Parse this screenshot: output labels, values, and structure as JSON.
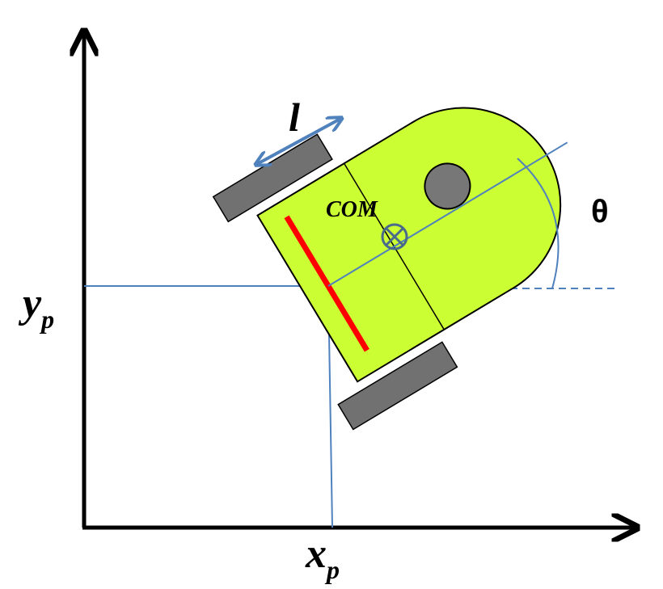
{
  "labels": {
    "x_axis": "x",
    "x_sub": "p",
    "y_axis": "y",
    "y_sub": "p",
    "com": "COM",
    "length": "l",
    "angle": "θ"
  },
  "colors": {
    "body_fill": "#ccff33",
    "wheel_fill": "#717171",
    "axle": "#ff0000",
    "guide": "#4f81bd",
    "caster": "#777777",
    "axes": "#000000"
  },
  "pose": {
    "heading_deg": 31
  }
}
